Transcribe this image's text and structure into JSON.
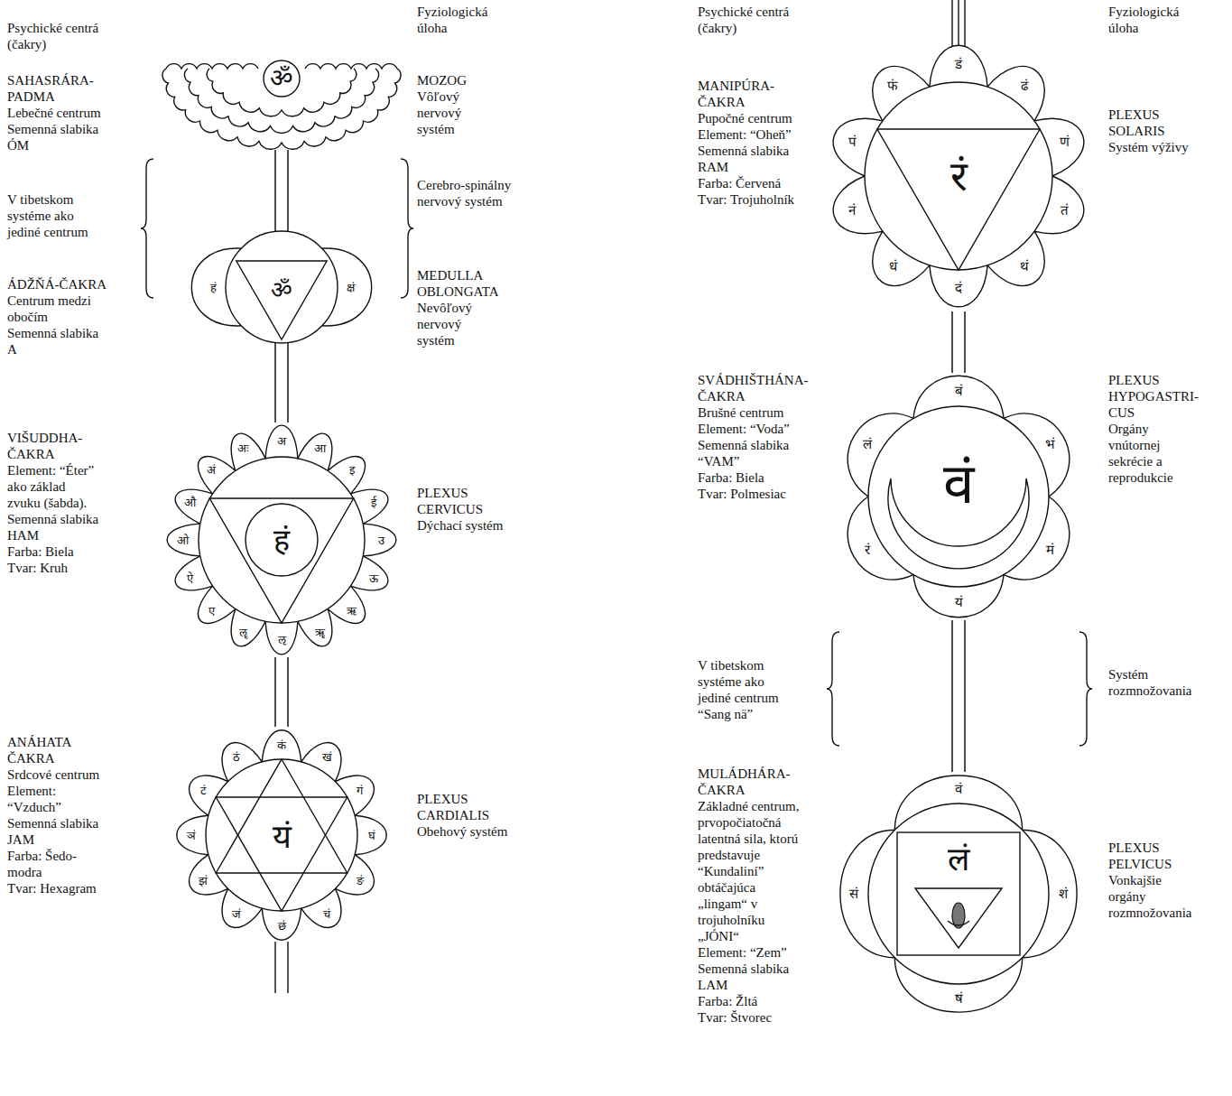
{
  "diagram": {
    "nodes": [
      {
        "text": [
          "ॐ"
        ]
      },
      {
        "text": [
          "ॐ",
          "हं",
          "क्षं"
        ]
      },
      {
        "text": [
          "हं",
          "अ",
          "आ",
          "इ",
          "ई",
          "उ",
          "ऊ",
          "ऋ",
          "ॠ",
          "ऌ",
          "ॡ",
          "ए",
          "ऐ",
          "ओ",
          "औ",
          "अं",
          "अः"
        ]
      },
      {
        "text": [
          "यं",
          "कं",
          "खं",
          "गं",
          "घं",
          "ङं",
          "चं",
          "छं",
          "जं",
          "झं",
          "ञं",
          "टं",
          "ठं"
        ]
      },
      {
        "text": [
          "रं",
          "डं",
          "ढं",
          "णं",
          "तं",
          "थं",
          "दं",
          "धं",
          "नं",
          "पं",
          "फं"
        ]
      },
      {
        "text": [
          "वं",
          "बं",
          "भं",
          "मं",
          "यं",
          "रं",
          "लं"
        ]
      },
      {
        "text": [
          "लं",
          "वं",
          "शं",
          "षं",
          "सं"
        ]
      }
    ],
    "edges": [
      {
        "from": 0,
        "to": 1,
        "arrow": "none"
      },
      {
        "from": 1,
        "to": 2,
        "arrow": "none"
      },
      {
        "from": 2,
        "to": 3,
        "arrow": "none"
      },
      {
        "from": 4,
        "to": 5,
        "arrow": "none"
      },
      {
        "from": 5,
        "to": 6,
        "arrow": "none"
      }
    ],
    "labels": [
      "Psychické centrá (čakry)",
      "SAHASRÁRA-PADMA",
      "Lebečné centrum",
      "Semenná slabika ÓM",
      "V tibetskom systéme ako jediné centrum",
      "ÁDŽŇÁ-ČAKRA",
      "Centrum medzi obočím",
      "Semenná slabika A",
      "VIŠUDDHA-ČAKRA",
      "Element: “Éter” ako základ zvuku (šabda).",
      "Semenná slabika HAM",
      "Farba: Biela",
      "Tvar: Kruh",
      "ANÁHATA ČAKRA",
      "Srdcové centrum",
      "Element: “Vzduch”",
      "Semenná slabika JAM",
      "Farba: Šedo-modra",
      "Tvar: Hexagram",
      "Fyziologická úloha",
      "MOZOG",
      "Vôľový nervový systém",
      "Cerebro-spinálny nervový systém",
      "MEDULLA OBLONGATA",
      "Nevôľový nervový systém",
      "PLEXUS CERVICUS",
      "Dýchací systém",
      "PLEXUS CARDIALIS",
      "Obehový systém",
      "Psychické centrá (čakry)",
      "MANIPÚRA-ČAKRA",
      "Pupočné centrum",
      "Element: “Oheň”",
      "Semenná slabika RAM",
      "Farba: Červená",
      "Tvar: Trojuholník",
      "SVÁDHIŠTHÁNA-ČAKRA",
      "Brušné centrum",
      "Element: “Voda”",
      "Semenná slabika “VAM”",
      "Farba: Biela",
      "Tvar: Polmesiac",
      "V tibetskom systéme ako jediné centrum “Sang nä”",
      "MULÁDHÁRA-ČAKRA",
      "Základné centrum, prvopočiatočná latentná sila, ktorú predstavuje “Kundaliní” obtáčajúca „lingam“ v trojuholníku „JÓNI“",
      "Element: “Zem”",
      "Semenná slabika LAM",
      "Farba: Žltá",
      "Tvar: Štvorec",
      "Fyziologická úloha",
      "PLEXUS SOLARIS",
      "Systém výživy",
      "PLEXUS HYPOGASTRI-CUS",
      "Orgány vnútornej sekrécie a reprodukcie",
      "Systém rozmnožovania",
      "PLEXUS PELVICUS",
      "Vonkajšie orgány rozmnožovania"
    ]
  }
}
